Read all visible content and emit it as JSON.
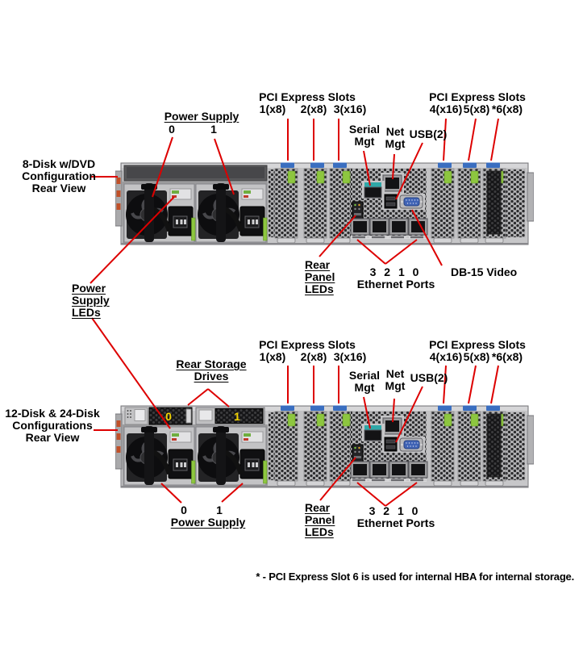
{
  "footnote": "* - PCI Express Slot 6 is used for internal HBA for internal storage.",
  "colors": {
    "callout_red": "#dd0000",
    "pcie_label_blue": "#3a6ec0",
    "latch_green": "#8dc63f",
    "drive_number_yellow": "#f2d200",
    "serial_mgt_teal": "#2fa8a8",
    "db15_blue": "#3f63b5"
  },
  "section1": {
    "view_title": "8-Disk w/DVD\nConfiguration\nRear View",
    "power_supply": {
      "label": "Power Supply",
      "unit0": "0",
      "unit1": "1"
    },
    "pci_left": {
      "title": "PCI Express Slots",
      "slot1": "1(x8)",
      "slot2": "2(x8)",
      "slot3": "3(x16)"
    },
    "serial_mgt": "Serial\nMgt",
    "net_mgt": "Net\nMgt",
    "usb": "USB(2)",
    "pci_right": {
      "title": "PCI Express Slots",
      "slot4": "4(x16)",
      "slot5": "5(x8)",
      "slot6": "*6(x8)"
    },
    "rear_panel_leds": "Rear\nPanel\nLEDs",
    "ethernet": {
      "numbers": "3 2 1 0",
      "label": "Ethernet Ports"
    },
    "db15_video": "DB-15 Video",
    "power_supply_leds": "Power\nSupply\nLEDs"
  },
  "section2": {
    "view_title": "12-Disk & 24-Disk\nConfigurations\nRear View",
    "rear_storage_drives": "Rear Storage\nDrives",
    "pci_left": {
      "title": "PCI Express Slots",
      "slot1": "1(x8)",
      "slot2": "2(x8)",
      "slot3": "3(x16)"
    },
    "serial_mgt": "Serial\nMgt",
    "net_mgt": "Net\nMgt",
    "usb": "USB(2)",
    "pci_right": {
      "title": "PCI Express Slots",
      "slot4": "4(x16)",
      "slot5": "5(x8)",
      "slot6": "*6(x8)"
    },
    "power_supply": {
      "label": "Power Supply",
      "unit0": "0",
      "unit1": "1"
    },
    "rear_panel_leds": "Rear\nPanel\nLEDs",
    "ethernet": {
      "numbers": "3 2 1 0",
      "label": "Ethernet Ports"
    },
    "drive0_label": "0",
    "drive1_label": "1"
  }
}
